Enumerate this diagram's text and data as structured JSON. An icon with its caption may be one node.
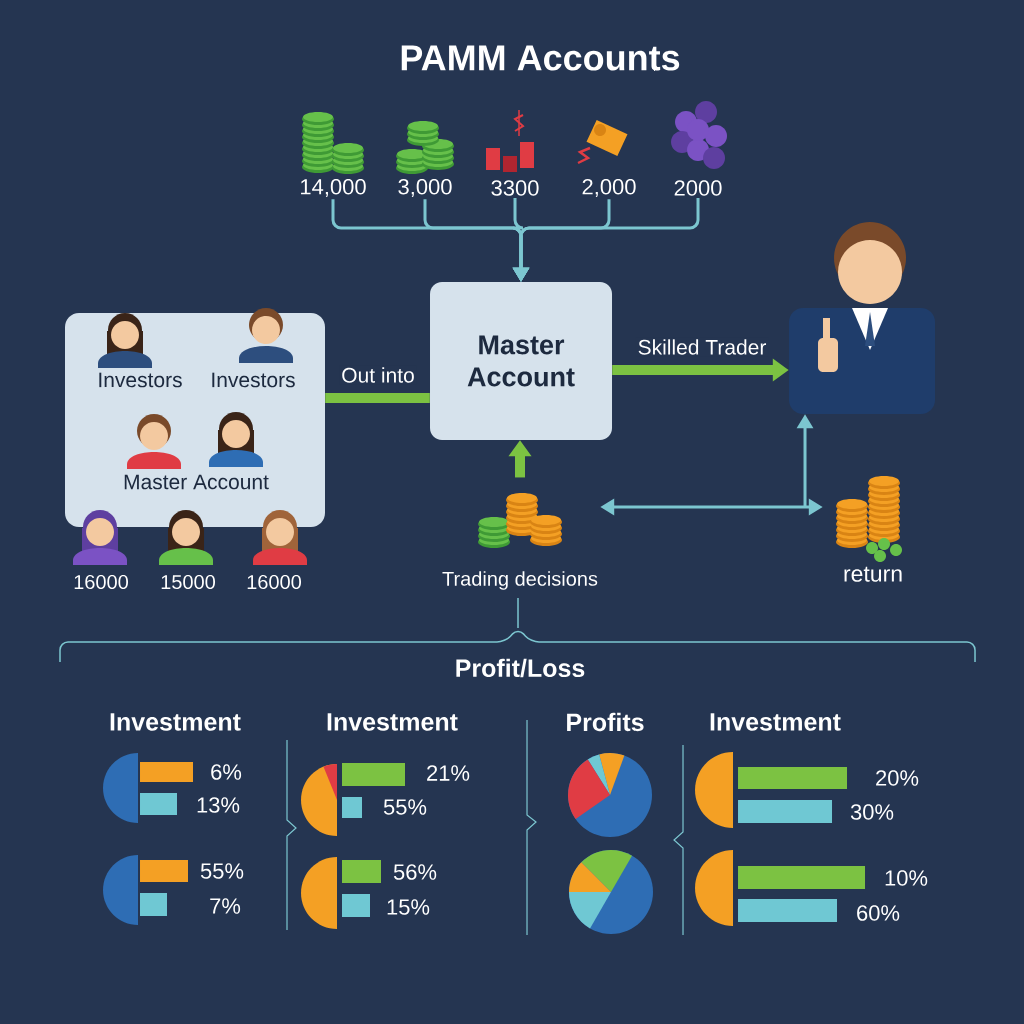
{
  "diagram": {
    "title": "PAMM Accounts",
    "nodes": [
      {
        "text": [
          "14,000"
        ]
      },
      {
        "text": [
          "3,000"
        ]
      },
      {
        "text": [
          "3300"
        ]
      },
      {
        "text": [
          "2,000"
        ]
      },
      {
        "text": [
          "2000"
        ]
      },
      {
        "text": [
          "Master Account"
        ]
      },
      {
        "text": [
          "Investors",
          "Investors",
          "Master Account"
        ]
      },
      {
        "text": [],
        "shape": "person"
      },
      {
        "text": [
          "Trading decisions"
        ]
      },
      {
        "text": [
          "return"
        ]
      }
    ],
    "edges": [
      {
        "from": 0,
        "to": 5,
        "arrow": "to"
      },
      {
        "from": 1,
        "to": 5,
        "arrow": "to"
      },
      {
        "from": 2,
        "to": 5,
        "arrow": "to"
      },
      {
        "from": 3,
        "to": 5,
        "arrow": "to"
      },
      {
        "from": 4,
        "to": 5,
        "arrow": "to"
      },
      {
        "from": 6,
        "to": 5,
        "arrow": "none",
        "label": "Out into",
        "style": "thick",
        "color": "#7cc242"
      },
      {
        "from": 5,
        "to": 7,
        "arrow": "to",
        "label": "Skilled Trader",
        "style": "thick",
        "color": "#7cc242"
      },
      {
        "from": 8,
        "to": 5,
        "arrow": "to",
        "style": "thick",
        "color": "#7cc242"
      },
      {
        "from": 8,
        "to": 9,
        "arrow": "both"
      },
      {
        "from": null,
        "to": 7,
        "arrow": "to"
      }
    ],
    "labels": [
      "16000",
      "15000",
      "16000",
      "Profit/Loss",
      "Investment",
      "6%",
      "13%",
      "55%",
      "7%",
      "Investment",
      "21%",
      "55%",
      "56%",
      "15%",
      "Profits",
      "Investment",
      "20%",
      "30%",
      "10%",
      "60%"
    ]
  }
}
